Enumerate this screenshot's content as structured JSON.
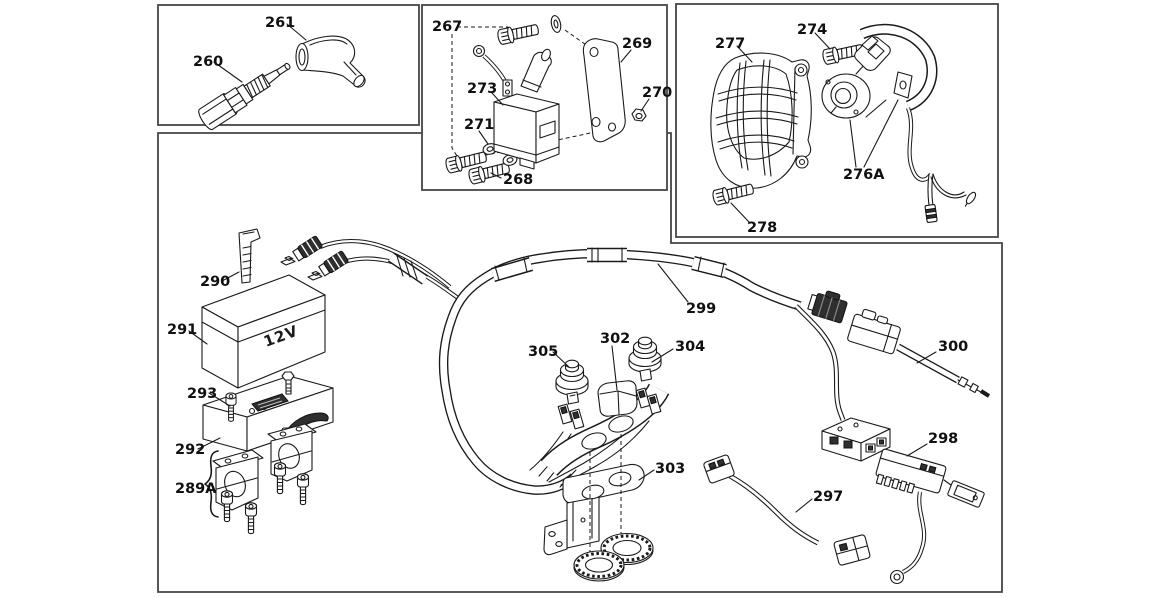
{
  "diagram": {
    "type": "exploded-parts-diagram",
    "panels": [
      {
        "id": "spark-plug",
        "callouts": [
          "260",
          "261"
        ]
      },
      {
        "id": "ignition-coil",
        "callouts": [
          "267",
          "268",
          "269",
          "270",
          "271",
          "273"
        ]
      },
      {
        "id": "magneto",
        "callouts": [
          "274",
          "276A",
          "277",
          "278"
        ]
      },
      {
        "id": "wiring-battery",
        "callouts": [
          "289A",
          "290",
          "291",
          "292",
          "293",
          "297",
          "298",
          "299",
          "300",
          "302",
          "303",
          "304",
          "305"
        ]
      }
    ]
  },
  "labels": {
    "260": "260",
    "261": "261",
    "267": "267",
    "268": "268",
    "269": "269",
    "270": "270",
    "271": "271",
    "273": "273",
    "274": "274",
    "276A": "276A",
    "277": "277",
    "278": "278",
    "289A": "289A",
    "290": "290",
    "291": "291",
    "292": "292",
    "293": "293",
    "297": "297",
    "298": "298",
    "299": "299",
    "300": "300",
    "302": "302",
    "303": "303",
    "304": "304",
    "305": "305"
  },
  "battery": {
    "voltage": "12V"
  }
}
